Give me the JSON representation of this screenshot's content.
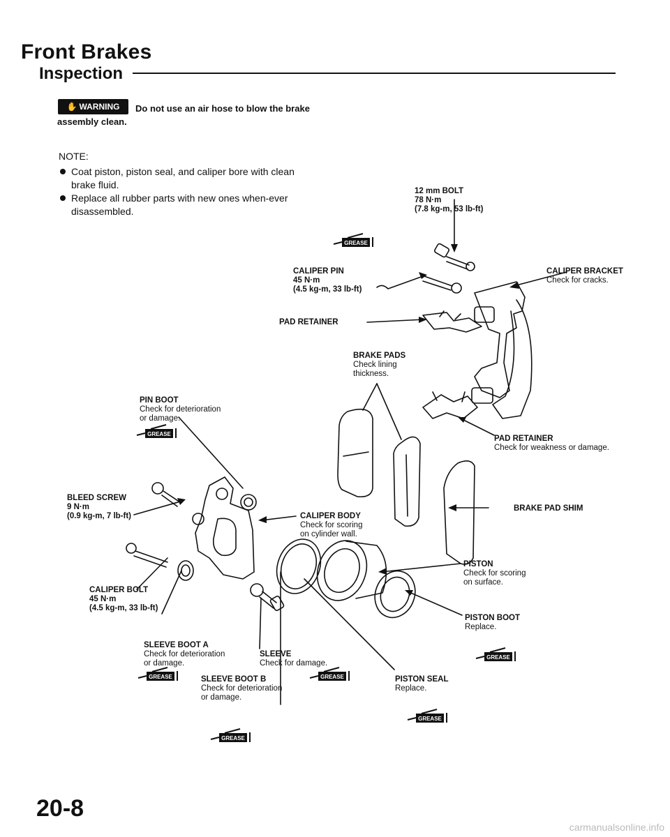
{
  "header": {
    "title": "Front Brakes",
    "subtitle": "Inspection"
  },
  "warning": {
    "badge": "WARNING",
    "text": "Do not use an air hose to blow the brake assembly clean."
  },
  "note": {
    "label": "NOTE:",
    "items": [
      "Coat piston, piston seal, and caliper bore with clean brake fluid.",
      "Replace all rubber parts with new ones when-ever disassembled."
    ]
  },
  "labels": {
    "bolt_12mm": {
      "name": "12 mm BOLT",
      "spec1": "78 N·m",
      "spec2": "(7.8 kg-m, 53 lb-ft)"
    },
    "caliper_pin": {
      "name": "CALIPER PIN",
      "spec1": "45 N·m",
      "spec2": "(4.5 kg-m, 33 lb-ft)"
    },
    "caliper_bracket": {
      "name": "CALIPER BRACKET",
      "desc": "Check for cracks."
    },
    "pad_retainer_top": {
      "name": "PAD RETAINER"
    },
    "brake_pads": {
      "name": "BRAKE PADS",
      "desc1": "Check lining",
      "desc2": "thickness."
    },
    "pin_boot": {
      "name": "PIN BOOT",
      "desc1": "Check for deterioration",
      "desc2": "or damage."
    },
    "pad_retainer_bottom": {
      "name": "PAD RETAINER",
      "desc": "Check for weakness or damage."
    },
    "bleed_screw": {
      "name": "BLEED SCREW",
      "spec1": "9 N·m",
      "spec2": "(0.9 kg-m, 7 lb-ft)"
    },
    "caliper_body": {
      "name": "CALIPER BODY",
      "desc1": "Check for scoring",
      "desc2": "on cylinder wall."
    },
    "brake_pad_shim": {
      "name": "BRAKE PAD SHIM"
    },
    "piston": {
      "name": "PISTON",
      "desc1": "Check for scoring",
      "desc2": "on surface."
    },
    "caliper_bolt": {
      "name": "CALIPER BOLT",
      "spec1": "45 N·m",
      "spec2": "(4.5 kg-m, 33 lb-ft)"
    },
    "sleeve_boot_a": {
      "name": "SLEEVE BOOT A",
      "desc1": "Check for deterioration",
      "desc2": "or damage."
    },
    "sleeve": {
      "name": "SLEEVE",
      "desc": "Check for damage."
    },
    "piston_boot": {
      "name": "PISTON BOOT",
      "desc": "Replace."
    },
    "sleeve_boot_b": {
      "name": "SLEEVE BOOT B",
      "desc1": "Check for deterioration",
      "desc2": "or damage."
    },
    "piston_seal": {
      "name": "PISTON SEAL",
      "desc": "Replace."
    }
  },
  "grease_label": "GREASE",
  "icons": {
    "grease": "grease-gun-icon",
    "warning": "warning-hand-icon"
  },
  "page_number": "20-8",
  "watermark": "carmanualsonline.info"
}
